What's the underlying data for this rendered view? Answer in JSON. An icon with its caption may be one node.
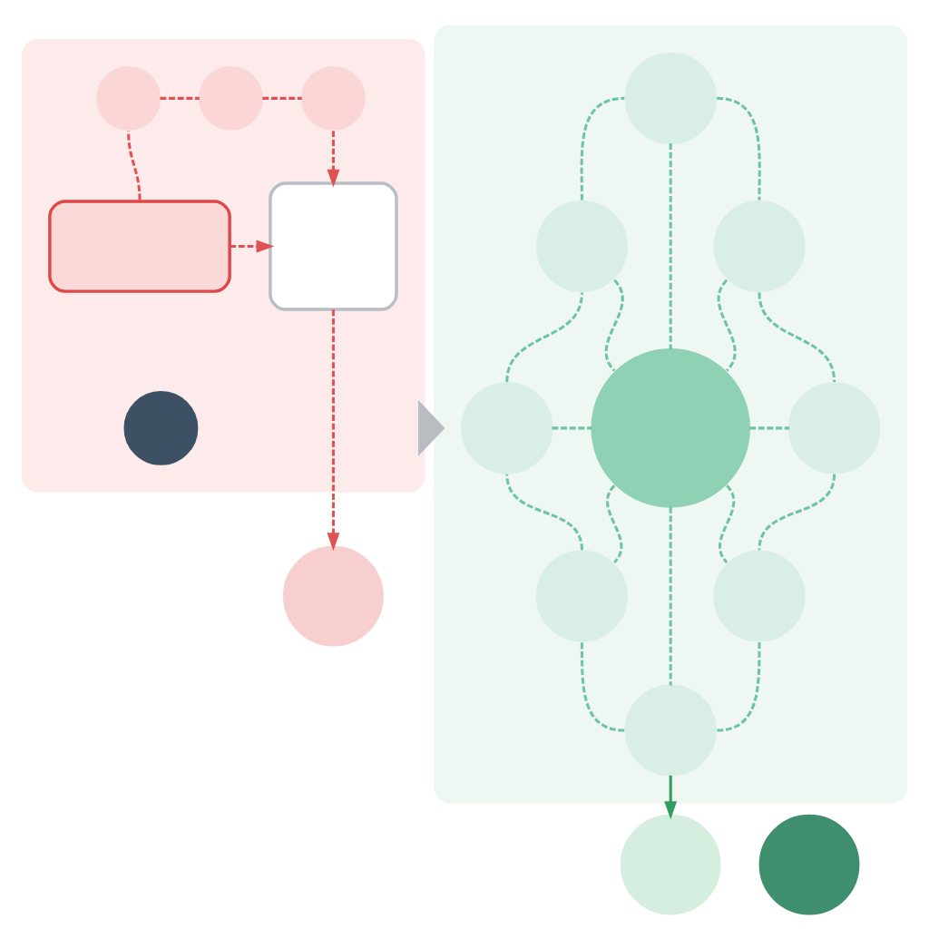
{
  "diagram": {
    "nodes": [
      {
        "text": [],
        "shape": "ellipse"
      },
      {
        "text": [],
        "shape": "circle",
        "in": 0
      },
      {
        "text": [],
        "shape": "circle",
        "in": 0
      },
      {
        "text": [],
        "shape": "circle",
        "in": 0
      },
      {
        "text": [],
        "shape": "box",
        "in": 0
      },
      {
        "text": [],
        "shape": "box",
        "in": 0
      },
      {
        "text": [],
        "shape": "person",
        "in": 0
      },
      {
        "text": [],
        "shape": "circle"
      },
      {
        "text": [],
        "shape": "ellipse"
      },
      {
        "text": [],
        "shape": "circle",
        "in": 8
      },
      {
        "text": [],
        "shape": "circle",
        "in": 8
      },
      {
        "text": [],
        "shape": "circle",
        "in": 8
      },
      {
        "text": [],
        "shape": "circle",
        "in": 8
      },
      {
        "text": [],
        "shape": "circle",
        "in": 8
      },
      {
        "text": [],
        "shape": "circle",
        "in": 8
      },
      {
        "text": [],
        "shape": "circle",
        "in": 8
      },
      {
        "text": [],
        "shape": "circle",
        "in": 8
      },
      {
        "text": [],
        "shape": "circle",
        "in": 8
      },
      {
        "text": [],
        "shape": "circle"
      },
      {
        "text": [],
        "shape": "person"
      }
    ],
    "edges": [
      {
        "from": 4,
        "to": 1,
        "arrow": "none",
        "style": "dashed",
        "color": "#e05252"
      },
      {
        "from": 1,
        "to": 2,
        "arrow": "none",
        "style": "dashed",
        "color": "#e05252"
      },
      {
        "from": 2,
        "to": 3,
        "arrow": "none",
        "style": "dashed",
        "color": "#e05252"
      },
      {
        "from": 3,
        "to": 5,
        "arrow": "to",
        "style": "dashed",
        "color": "#e05252"
      },
      {
        "from": 4,
        "to": 5,
        "arrow": "to",
        "style": "dashed",
        "color": "#e05252"
      },
      {
        "from": 5,
        "to": 7,
        "arrow": "to",
        "style": "dashed",
        "color": "#e05252"
      },
      {
        "from": 0,
        "to": 8,
        "arrow": "to",
        "style": "thick",
        "color": "#b9bcc1"
      },
      {
        "from": 9,
        "to": 13,
        "arrow": "none",
        "style": "dashed"
      },
      {
        "from": 10,
        "to": 13,
        "arrow": "none",
        "style": "dashed"
      },
      {
        "from": 11,
        "to": 13,
        "arrow": "none",
        "style": "dashed"
      },
      {
        "from": 12,
        "to": 13,
        "arrow": "none",
        "style": "dashed"
      },
      {
        "from": 13,
        "to": 14,
        "arrow": "none",
        "style": "dashed"
      },
      {
        "from": 13,
        "to": 15,
        "arrow": "none",
        "style": "dashed"
      },
      {
        "from": 13,
        "to": 16,
        "arrow": "none",
        "style": "dashed"
      },
      {
        "from": 13,
        "to": 17,
        "arrow": "none",
        "style": "dashed"
      },
      {
        "from": 9,
        "to": 11,
        "arrow": "none",
        "style": "dashed"
      },
      {
        "from": 11,
        "to": 14,
        "arrow": "none",
        "style": "dashed"
      },
      {
        "from": 14,
        "to": 16,
        "arrow": "none",
        "style": "dashed"
      },
      {
        "from": 16,
        "to": 17,
        "arrow": "none",
        "style": "dashed"
      },
      {
        "from": 17,
        "to": 15,
        "arrow": "none",
        "style": "dashed"
      },
      {
        "from": 15,
        "to": 12,
        "arrow": "none",
        "style": "dashed"
      },
      {
        "from": 12,
        "to": 10,
        "arrow": "none",
        "style": "dashed"
      },
      {
        "from": 10,
        "to": 9,
        "arrow": "none",
        "style": "dashed"
      },
      {
        "from": 17,
        "to": 18,
        "arrow": "to",
        "color": "#2f9e5e"
      }
    ]
  }
}
